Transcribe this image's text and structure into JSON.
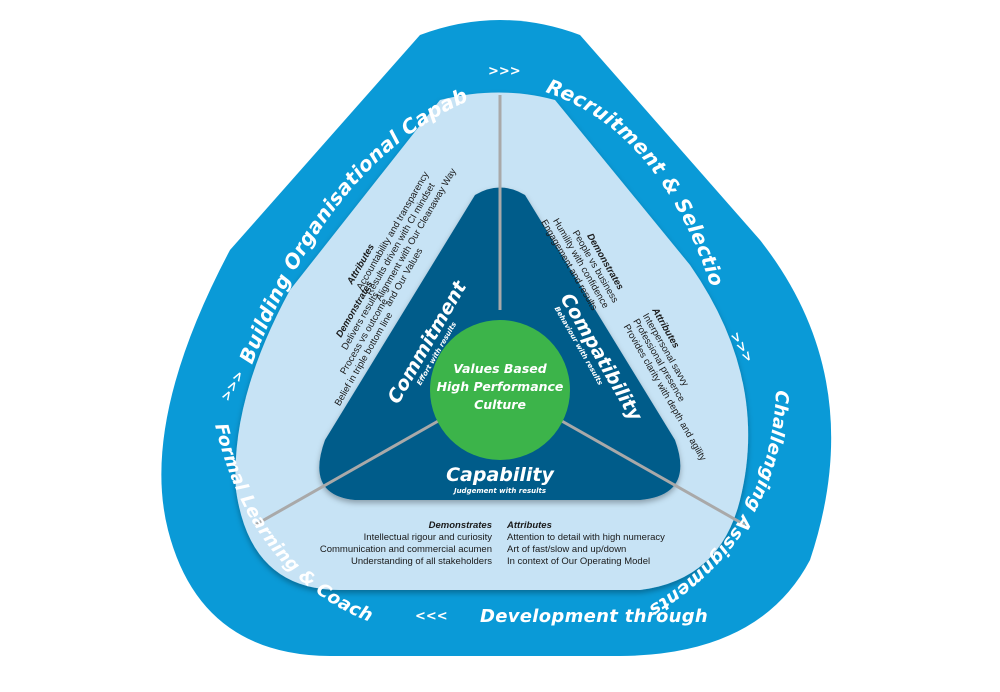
{
  "colors": {
    "outer_band": "#0a9ad7",
    "middle_band": "#c7e3f5",
    "inner_triangle": "#005b8a",
    "core_circle": "#3cb44a",
    "divider": "#a9a9a9",
    "text_dark": "#1a1a1a",
    "text_light": "#ffffff"
  },
  "outer_ring": {
    "labels": {
      "top_left": "Building Organisational Capability",
      "top_right": "Recruitment & Selection",
      "right": "Development through Challenging Assignments",
      "bottom": "Development through",
      "bottom_right": "Challenging Assignments",
      "left": "Formal Learning & Coaching"
    },
    "chevrons": {
      "top": ">>>",
      "right": ">>>",
      "bottom": "<<<",
      "left": ">>>"
    }
  },
  "core": {
    "lines": [
      "Values Based",
      "High Performance",
      "Culture"
    ]
  },
  "pillars": {
    "commitment": {
      "title": "Commitment",
      "subtitle": "Effort with results",
      "demonstrates_label": "Demonstrates",
      "demonstrates": [
        "Delivers results",
        "Process vs outcome",
        "Belief in triple bottom line"
      ],
      "attributes_label": "Attributes",
      "attributes": [
        "Accountability and transparency",
        "Results driven with CI mindset",
        "Alignment with Our Cleanaway Way",
        "and Our Values"
      ]
    },
    "compatibility": {
      "title": "Compatibility",
      "subtitle": "Behaviour with results",
      "demonstrates_label": "Demonstrates",
      "demonstrates": [
        "People vs business",
        "Humility with confidence",
        "Engagement and results"
      ],
      "attributes_label": "Attributes",
      "attributes": [
        "Interpersonal savvy",
        "Professional presence",
        "Provides clarity with depth and agility"
      ]
    },
    "capability": {
      "title": "Capability",
      "subtitle": "Judgement with results",
      "demonstrates_label": "Demonstrates",
      "demonstrates": [
        "Intellectual rigour and curiosity",
        "Communication and commercial acumen",
        "Understanding of all stakeholders"
      ],
      "attributes_label": "Attributes",
      "attributes": [
        "Attention to detail with high numeracy",
        "Art of fast/slow and up/down",
        "In context of Our Operating Model"
      ]
    }
  }
}
